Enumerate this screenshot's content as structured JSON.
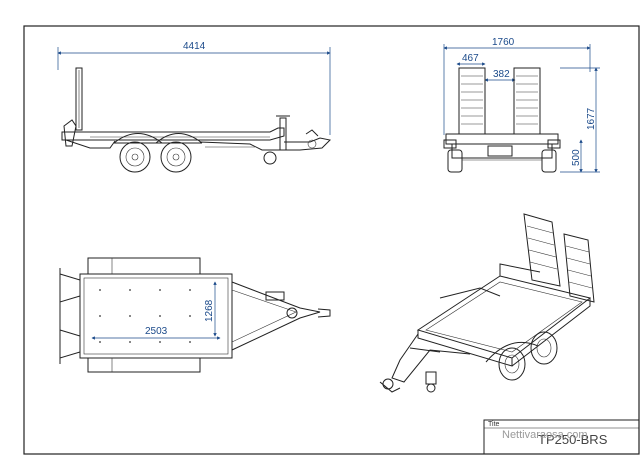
{
  "dimensions": {
    "side_length": "4414",
    "rear_width": "1760",
    "rear_offset": "467",
    "rear_track": "382",
    "rear_height": "1677",
    "rear_ground": "500",
    "top_length": "2503",
    "top_width": "1268"
  },
  "title_block": {
    "label": "Tite",
    "code": "TP250-BRS"
  },
  "watermark": "Nettivaraosa.com",
  "colors": {
    "dimension": "#1b4a8a",
    "line": "#222222"
  }
}
